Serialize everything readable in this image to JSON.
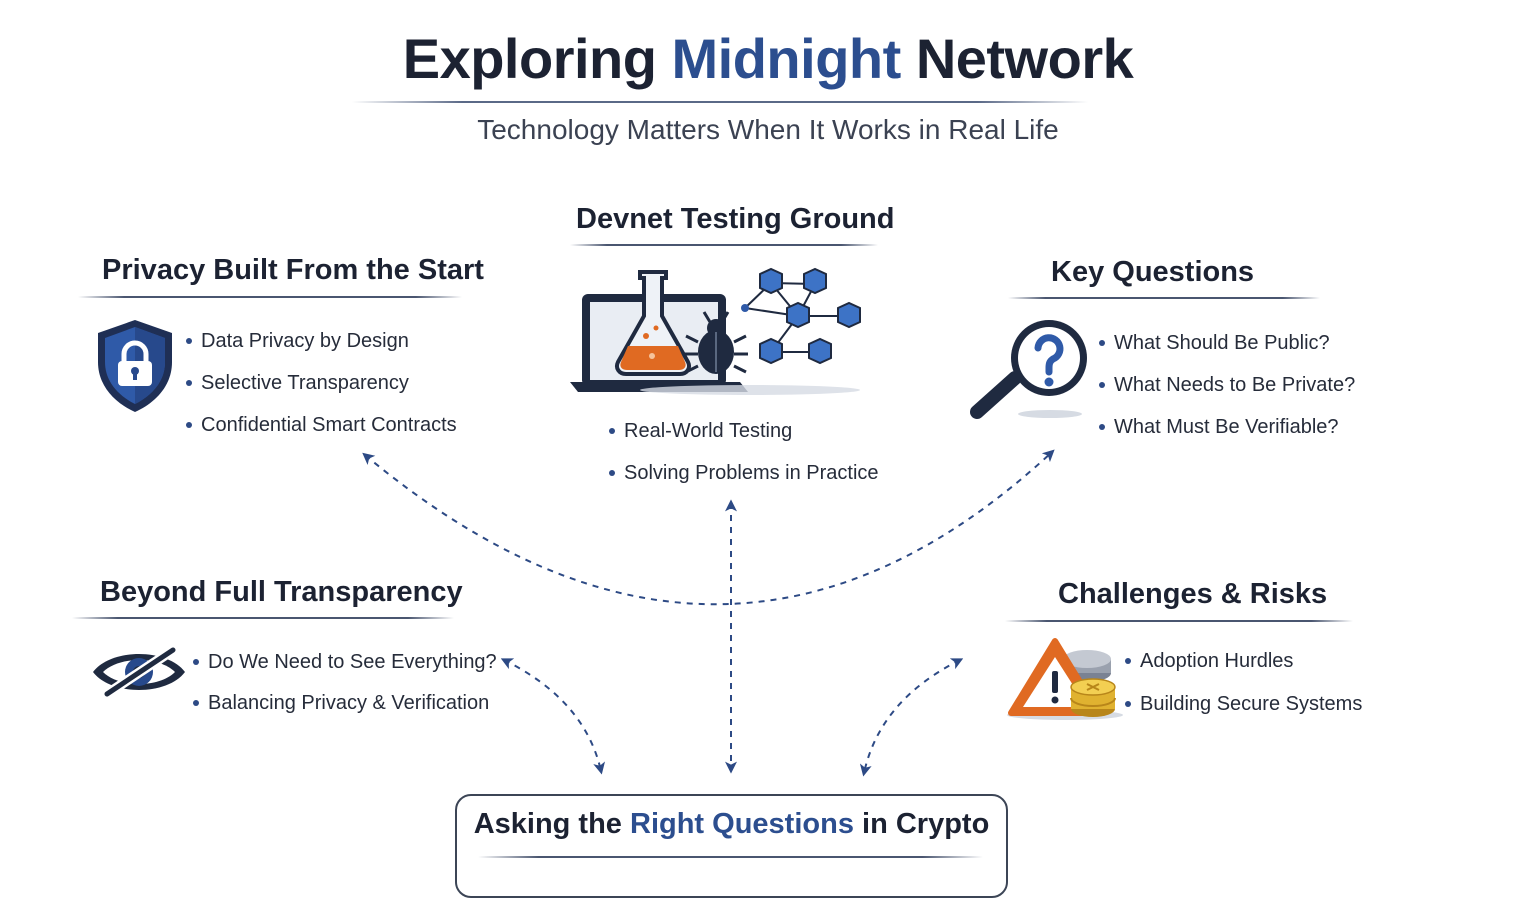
{
  "header": {
    "title_part1": "Exploring ",
    "title_accent": "Midnight",
    "title_part2": " Network",
    "subtitle": "Technology Matters When It Works in Real Life"
  },
  "sections": {
    "privacy": {
      "title": "Privacy Built From the Start",
      "icon": "shield-lock-icon",
      "items": [
        "Data Privacy by Design",
        "Selective Transparency",
        "Confidential Smart Contracts"
      ]
    },
    "devnet": {
      "title": "Devnet Testing Ground",
      "icon": "laptop-flask-bug-network-icon",
      "items": [
        "Real-World Testing",
        "Solving Problems in Practice"
      ]
    },
    "questions": {
      "title": "Key Questions",
      "icon": "magnifier-question-icon",
      "items": [
        "What Should Be Public?",
        "What Needs to Be Private?",
        "What Must Be Verifiable?"
      ]
    },
    "transparency": {
      "title": "Beyond Full Transparency",
      "icon": "eye-slash-icon",
      "items": [
        "Do We Need to See Everything?",
        "Balancing Privacy & Verification"
      ]
    },
    "challenges": {
      "title": "Challenges & Risks",
      "icon": "warning-coins-icon",
      "items": [
        "Adoption Hurdles",
        "Building Secure Systems"
      ]
    }
  },
  "bottom": {
    "part1": "Asking the ",
    "accent": "Right Questions",
    "part2": " in Crypto"
  },
  "colors": {
    "navy": "#1c2232",
    "accent_blue": "#2c4e8f",
    "arrow_blue": "#2d4a85",
    "orange": "#e06a22",
    "coin_gold": "#e0b230"
  }
}
